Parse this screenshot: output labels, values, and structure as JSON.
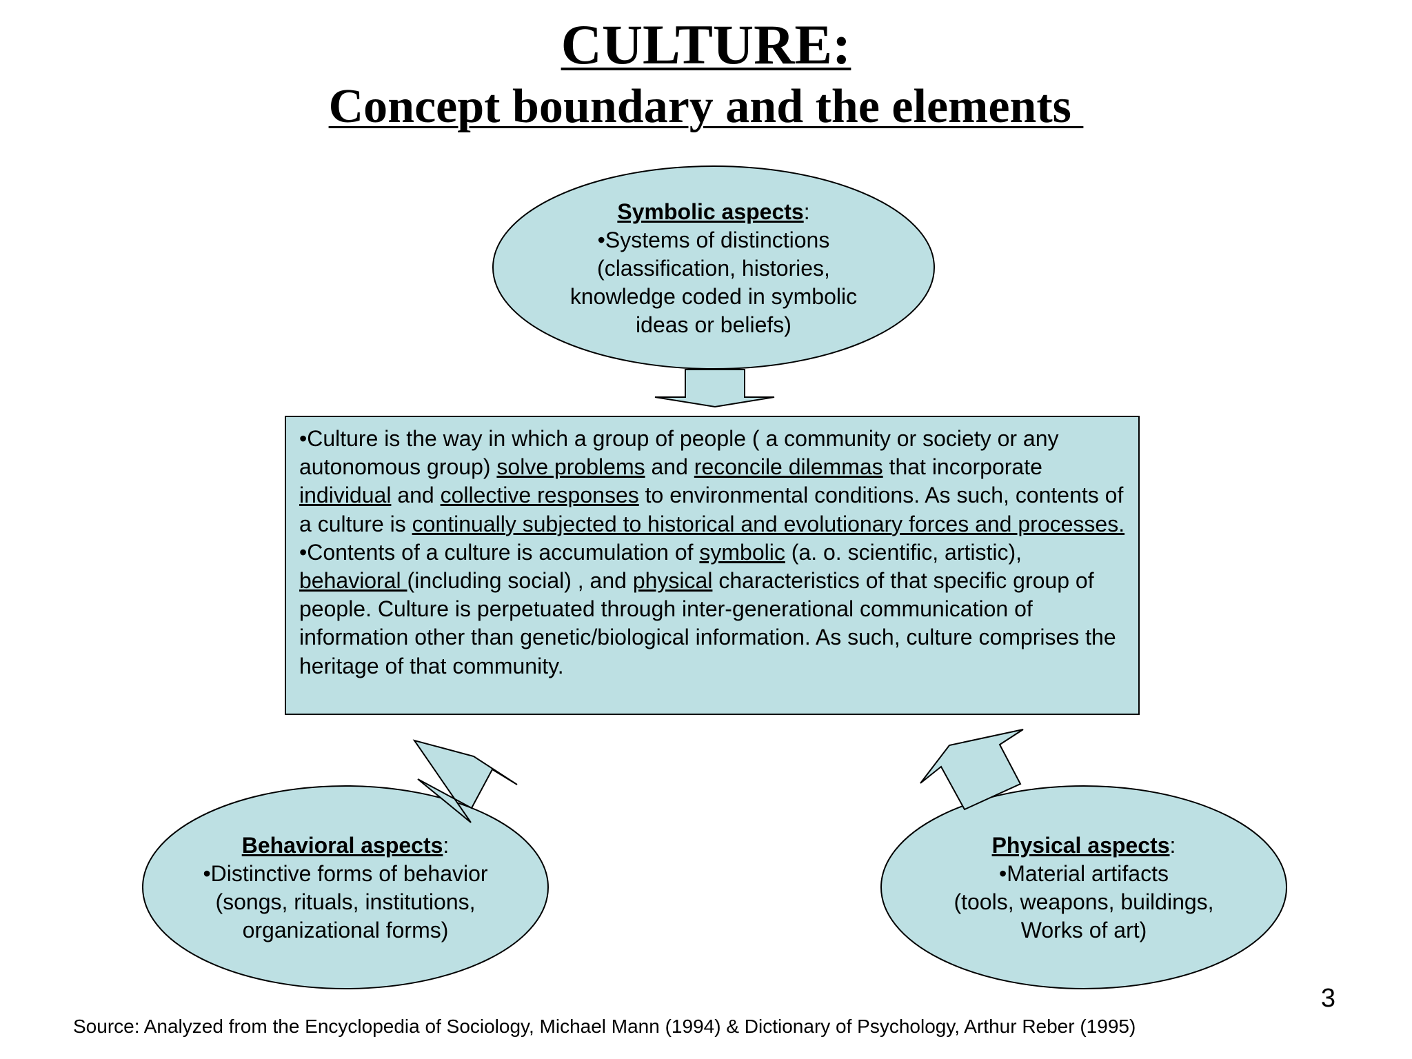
{
  "title": "CULTURE:",
  "subtitle": "Concept boundary and the elements ",
  "symbolic": {
    "heading": "Symbolic aspects",
    "colon": ":",
    "lines": [
      "•Systems of distinctions",
      "(classification, histories,",
      "knowledge coded in symbolic",
      "ideas or beliefs)"
    ]
  },
  "center": {
    "p1": {
      "s1": "•Culture is the way in which a group of people ( a community or society or any autonomous group) ",
      "u1": "solve problems",
      "s2": " and ",
      "u2": "reconcile dilemmas",
      "s3": " that incorporate ",
      "u3": "individual",
      "s4": " and ",
      "u4": "collective responses",
      "s5": " to environmental conditions. As such, contents of a culture is ",
      "u5": "continually subjected to historical and evolutionary forces and processes."
    },
    "p2": {
      "s1": "•Contents of a culture is accumulation of  ",
      "u1": "symbolic",
      "s2": " (a. o. scientific, artistic), ",
      "u2": "behavioral ",
      "s3": "(including social) , and ",
      "u3": "physical",
      "s4": " characteristics of that specific group of people. Culture is perpetuated through inter-generational communication of information other than genetic/biological information. As such, culture comprises the heritage of that community."
    }
  },
  "behavioral": {
    "heading": "Behavioral aspects",
    "colon": ":",
    "lines": [
      "•Distinctive forms of behavior",
      "(songs, rituals, institutions,",
      "organizational forms)"
    ]
  },
  "physical": {
    "heading": "Physical aspects",
    "colon": ":",
    "lines": [
      "•Material artifacts",
      "(tools, weapons, buildings,",
      "Works of art)"
    ]
  },
  "page_number": "3",
  "source": "Source: Analyzed from the Encyclopedia of Sociology, Michael Mann (1994) & Dictionary of Psychology, Arthur Reber (1995)",
  "colors": {
    "fill": "#bde0e3",
    "stroke": "#000000"
  }
}
